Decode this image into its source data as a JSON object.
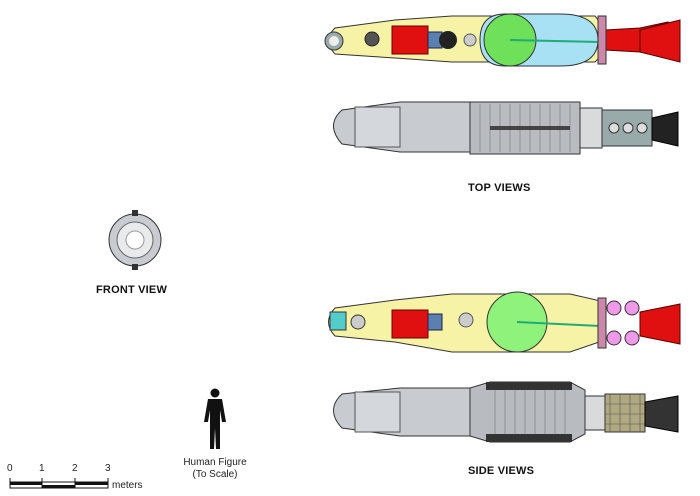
{
  "labels": {
    "top_views": "TOP VIEWS",
    "front_view": "FRONT VIEW",
    "side_views": "SIDE VIEWS"
  },
  "human_figure": {
    "line1": "Human Figure",
    "line2": "(To Scale)"
  },
  "scale_bar": {
    "ticks": [
      "0",
      "1",
      "2",
      "3"
    ],
    "unit": "meters"
  },
  "colors": {
    "capsule_fill": "#f6f3a6",
    "tank_blue": "#a8e0f4",
    "tank_green": "#8ff27a",
    "engine_red": "#e01010",
    "engine_black": "#222222",
    "hull_gray": "#bfc3c7",
    "pink_tank": "#ee9ae8"
  }
}
